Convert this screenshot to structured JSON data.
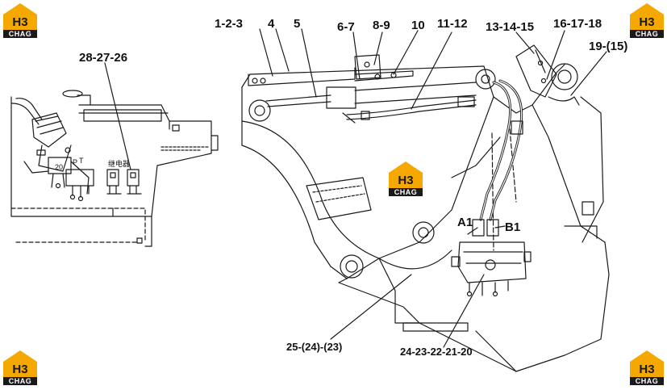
{
  "logo": {
    "top": "H3",
    "bottom": "CHAG",
    "color": "#f5a800",
    "dark": "#1a1a1a"
  },
  "callouts": {
    "c_1_2_3": "1-2-3",
    "c_4": "4",
    "c_5": "5",
    "c_6_7": "6-7",
    "c_8_9": "8-9",
    "c_10": "10",
    "c_11_12": "11-12",
    "c_13_14_15": "13-14-15",
    "c_16_17_18": "16-17-18",
    "c_19_15": "19-(15)",
    "c_28_27_26": "28-27-26",
    "c_a1": "A1",
    "c_b1": "B1",
    "c_25_24_23": "25-(24)-(23)",
    "c_24_23_22_21_20": "24-23-22-21-20"
  },
  "small_labels": {
    "p": "P",
    "t": "T",
    "twenty": "20",
    "relay": "继电器"
  }
}
